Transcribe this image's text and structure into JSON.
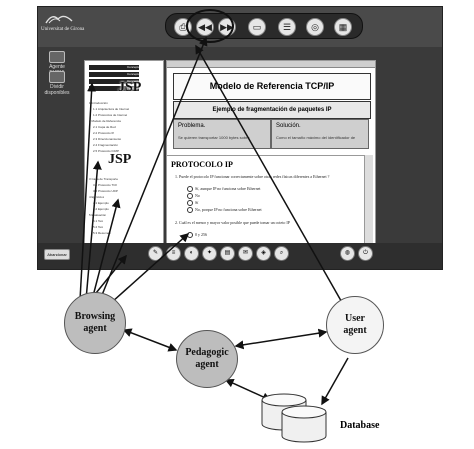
{
  "header": {
    "logo_text": "Universitat de Girona",
    "side_items": [
      "Agente EURIA",
      "Dividir disponibles"
    ]
  },
  "toolbar_top": {
    "buttons": [
      "print-icon",
      "rewind-icon",
      "forward-icon",
      "page-icon",
      "contents-icon",
      "help-icon",
      "calendar-icon"
    ]
  },
  "tree": {
    "headers": [
      "Concepto 1",
      "Concepto 2",
      "Concepto 3",
      "Concepto 4"
    ],
    "items": [
      "1 Introducción",
      "1.1 Arquitectura de Internet",
      "1.2 Protocolos de Internet",
      "2 Modelo de Referencia",
      "2.1 Capa de Red",
      "2.2 Protocolo IP",
      "2.3 Direccionamiento",
      "2.4 Fragmentación",
      "2.5 Protocolo ICMP",
      "3 Capa de Transporte",
      "3.1 Protocolo TCP",
      "3.2 Protocolo UDP",
      "4 Ejercicios",
      "4.1 Ejemplo",
      "4.2 Ejemplo",
      "5 Evaluación",
      "5.1 Test",
      "5.2 Test",
      "5.3 Resumen"
    ]
  },
  "content": {
    "title": "Modelo de Referencia TCP/IP",
    "subtitle": "Ejemplo de fragmentación de paquetes IP",
    "problem_label": "Problema.",
    "problem_text": "Se quieren transportar 1000 bytes  sobre",
    "solution_label": "Solución.",
    "solution_text": "Como el tamaño máximo del identificador de",
    "quiz_heading": "PROTOCOLO IP",
    "q1": "1.   Puede el protocolo IP funcionar correctamente sobre otras redes físicas diferentes a Ethernet ?",
    "q1_options": [
      "Sí, aunque IP no funciona sobre Ethernet",
      "No",
      "Sí",
      "No, porque IP no funciona sobre Ethernet"
    ],
    "q2": "2.   Cuál es el menor y mayor valor posible que puede tomar un octeto IP",
    "q2_options": [
      "0 y 256"
    ]
  },
  "bottom_bar": {
    "exit_label": "Abandonar",
    "buttons": [
      "note-icon",
      "list-icon",
      "chat-icon",
      "tool-icon",
      "book-icon",
      "mail-icon",
      "glossary-icon",
      "search-icon",
      "web-icon",
      "exit-icon"
    ]
  },
  "jsp_labels": [
    "JSP",
    "JSP"
  ],
  "agents": {
    "browsing": "Browsing agent",
    "pedagogic": "Pedagogic agent",
    "user": "User agent",
    "database": "Database"
  }
}
